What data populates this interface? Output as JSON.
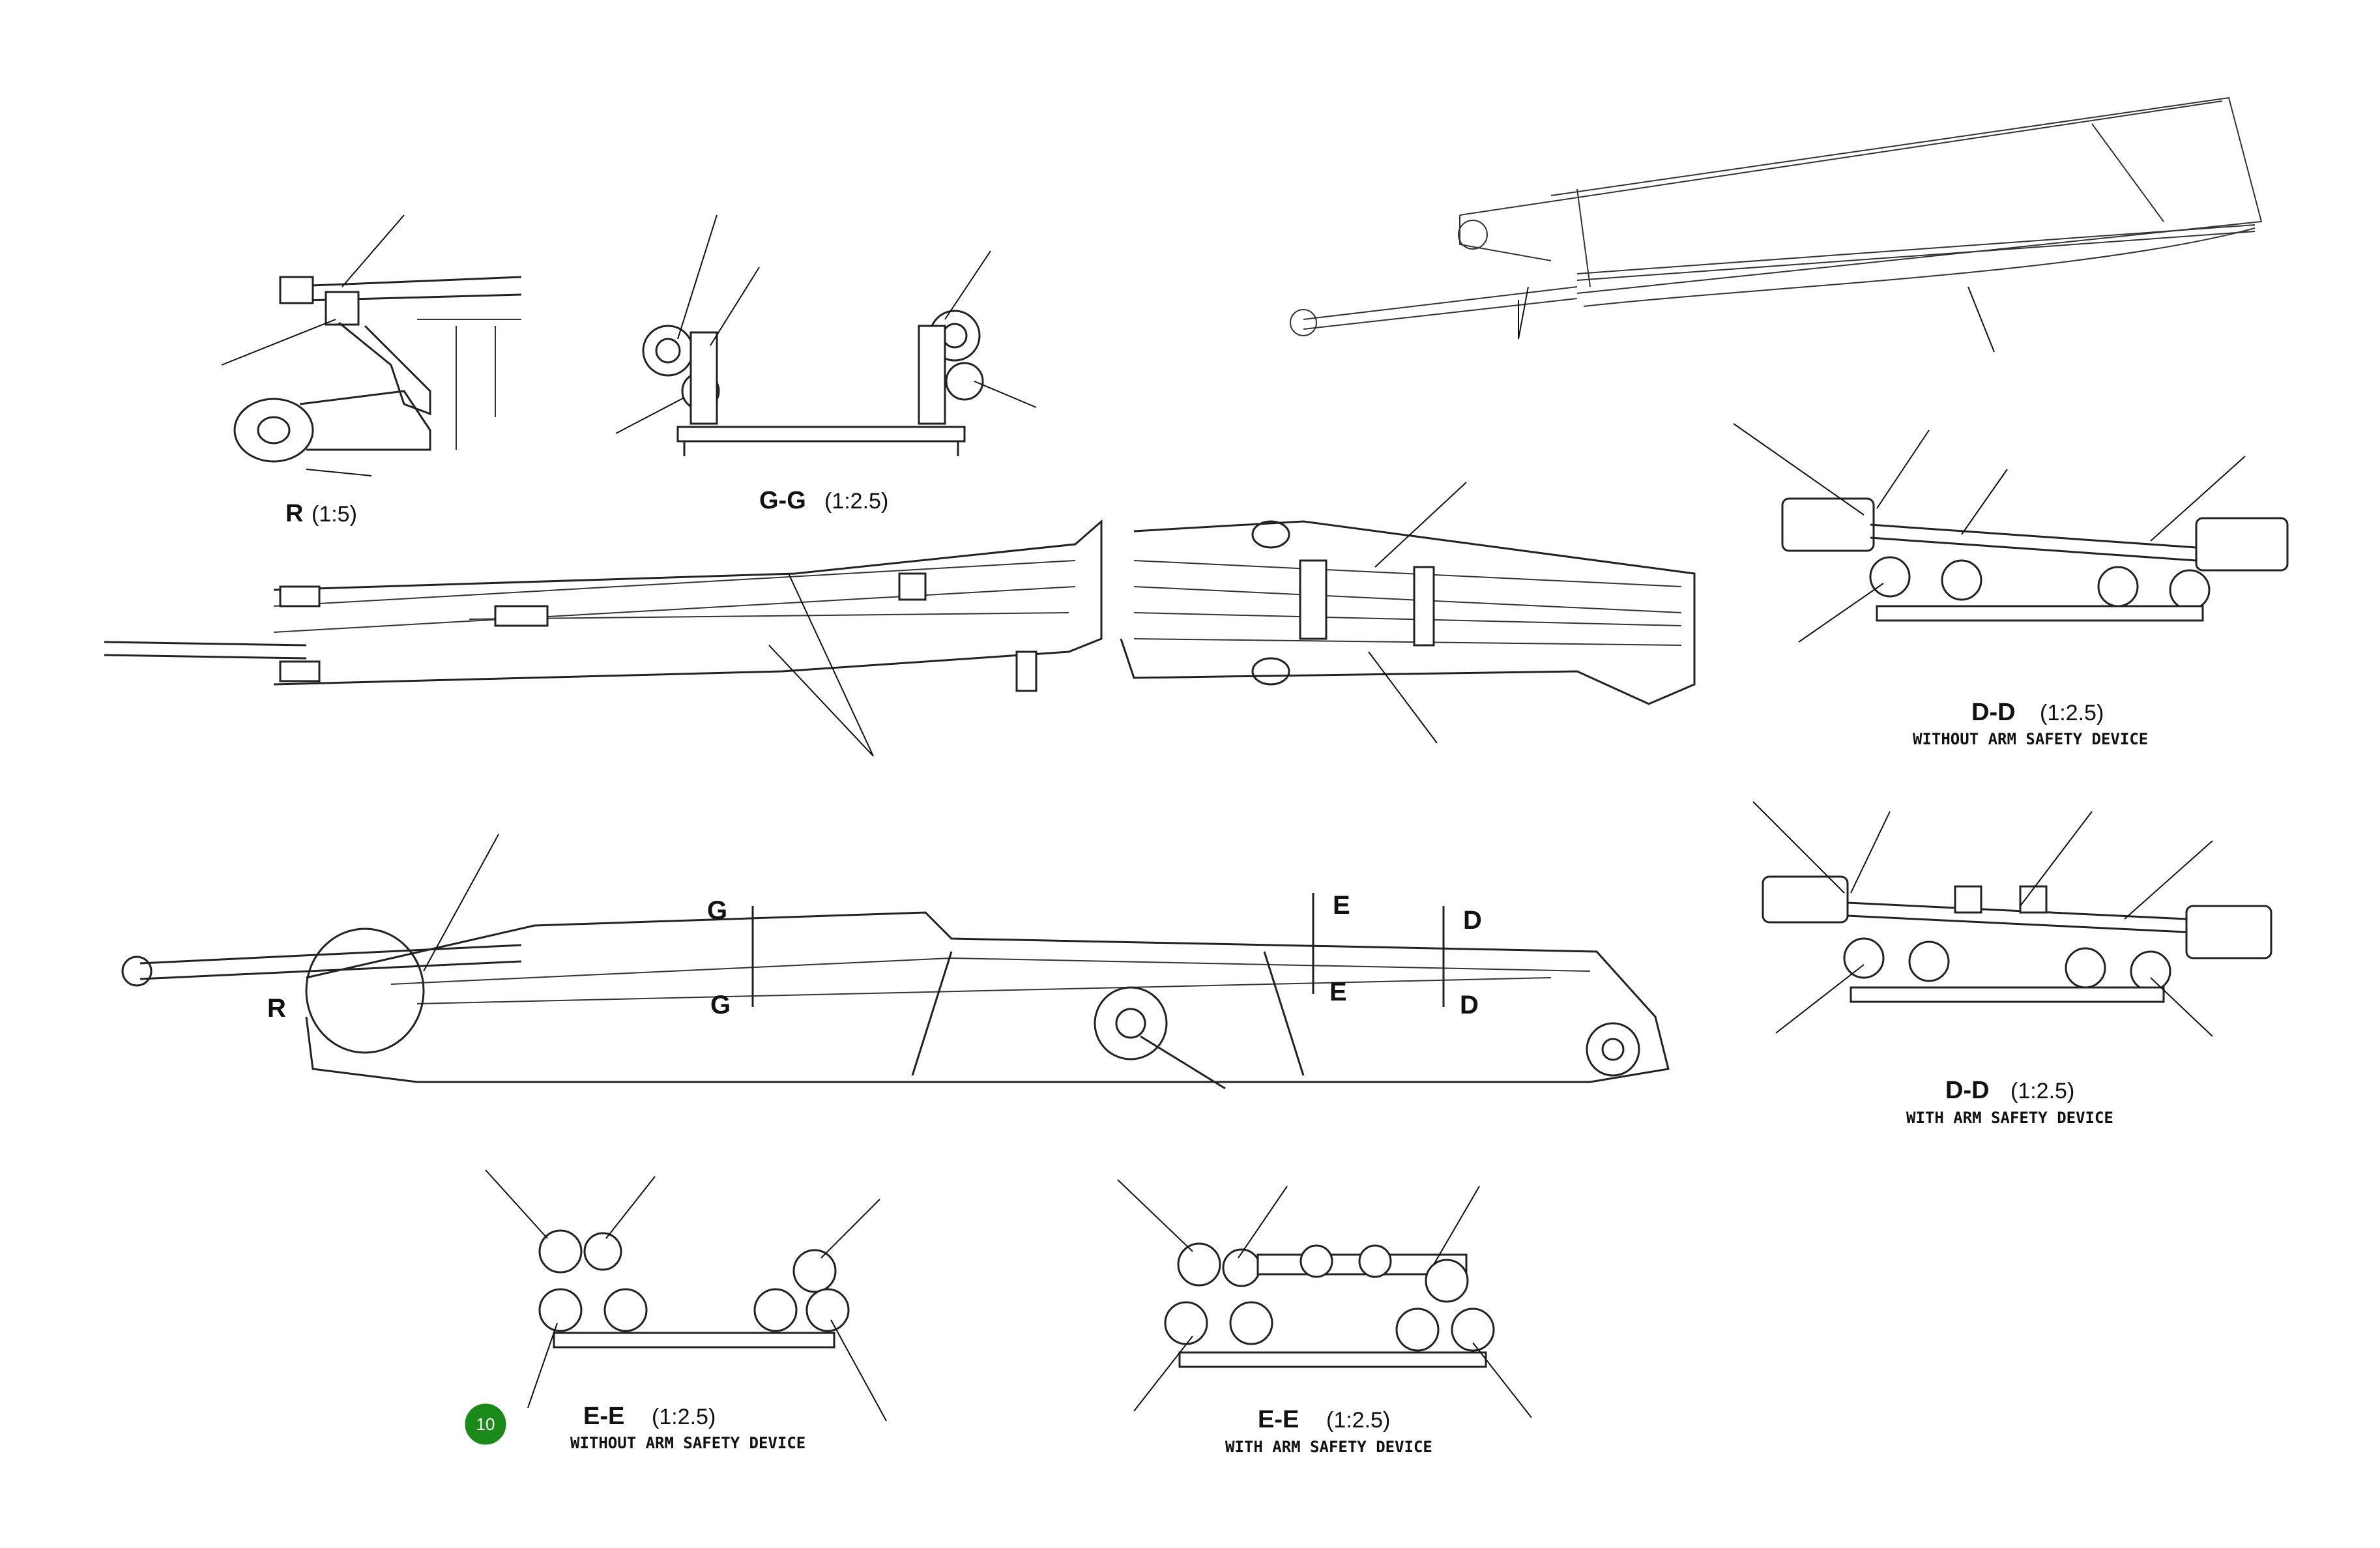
{
  "views": {
    "r": {
      "title": "R",
      "scale": "(1:5)"
    },
    "gg": {
      "title": "G-G",
      "scale": "(1:2.5)"
    },
    "dd1": {
      "title": "D-D",
      "scale": "(1:2.5)",
      "note": "WITHOUT ARM SAFETY DEVICE"
    },
    "dd2": {
      "title": "D-D",
      "scale": "(1:2.5)",
      "note": "WITH ARM SAFETY DEVICE"
    },
    "ee1": {
      "title": "E-E",
      "scale": "(1:2.5)",
      "note": "WITHOUT ARM SAFETY DEVICE"
    },
    "ee2": {
      "title": "E-E",
      "scale": "(1:2.5)",
      "note": "WITH ARM SAFETY DEVICE"
    }
  },
  "cut_marks": {
    "g_top": "G",
    "g_bottom": "G",
    "e_top": "E",
    "e_bottom": "E",
    "d_top": "D",
    "d_bottom": "D",
    "r_detail": "R"
  },
  "callout": {
    "number": "10",
    "color": "#1a8a1a"
  }
}
